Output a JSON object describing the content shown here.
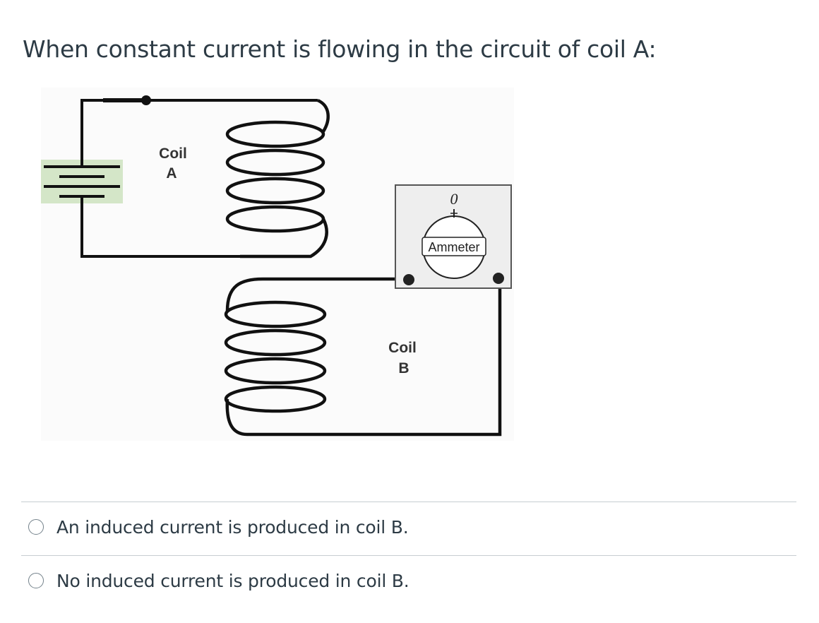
{
  "question": {
    "title": "When constant current is flowing in the circuit of coil A:"
  },
  "diagram": {
    "coil_a": {
      "line1": "Coil",
      "line2": "A"
    },
    "coil_b": {
      "line1": "Coil",
      "line2": "B"
    },
    "ammeter": {
      "label": "Ammeter",
      "reading": "0"
    },
    "colors": {
      "battery_bg": "#d4e6c8",
      "meter_bg": "#eeeeee",
      "wire": "#111111"
    }
  },
  "answers": [
    {
      "label": "An induced current is produced in coil B.",
      "selected": false
    },
    {
      "label": "No induced current is produced in coil B.",
      "selected": false
    }
  ]
}
